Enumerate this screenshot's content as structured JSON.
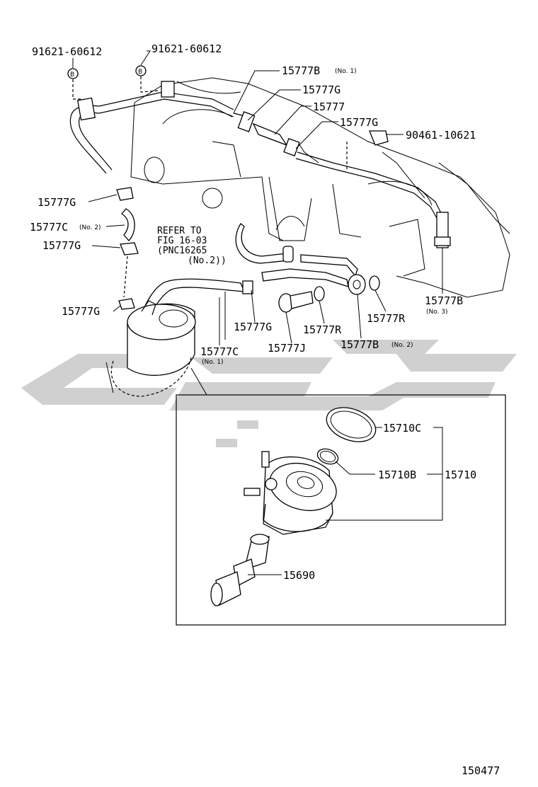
{
  "diagram_number": "150477",
  "reference": {
    "line1": "REFER TO",
    "line2": "FIG 16-03",
    "line3": "(PNC16265",
    "line4": "(No.2))"
  },
  "part_labels": {
    "p1": "91621-60612",
    "p2": "91621-60612",
    "p3": "15777B",
    "p3_sub": "(No. 1)",
    "p4": "15777G",
    "p5": "15777",
    "p6": "15777G",
    "p7": "90461-10621",
    "p8": "15777G",
    "p9": "15777C",
    "p9_sub": "(No. 2)",
    "p10": "15777G",
    "p11": "15777G",
    "p12": "15777G",
    "p13": "15777R",
    "p14": "15777R",
    "p15": "15777B",
    "p15_sub": "(No. 3)",
    "p16": "15777J",
    "p17": "15777B",
    "p17_sub": "(No. 2)",
    "p18": "15777C",
    "p18_sub": "(No. 1)",
    "p19": "15710C",
    "p20": "15710B",
    "p21": "15710",
    "p22": "15690"
  }
}
